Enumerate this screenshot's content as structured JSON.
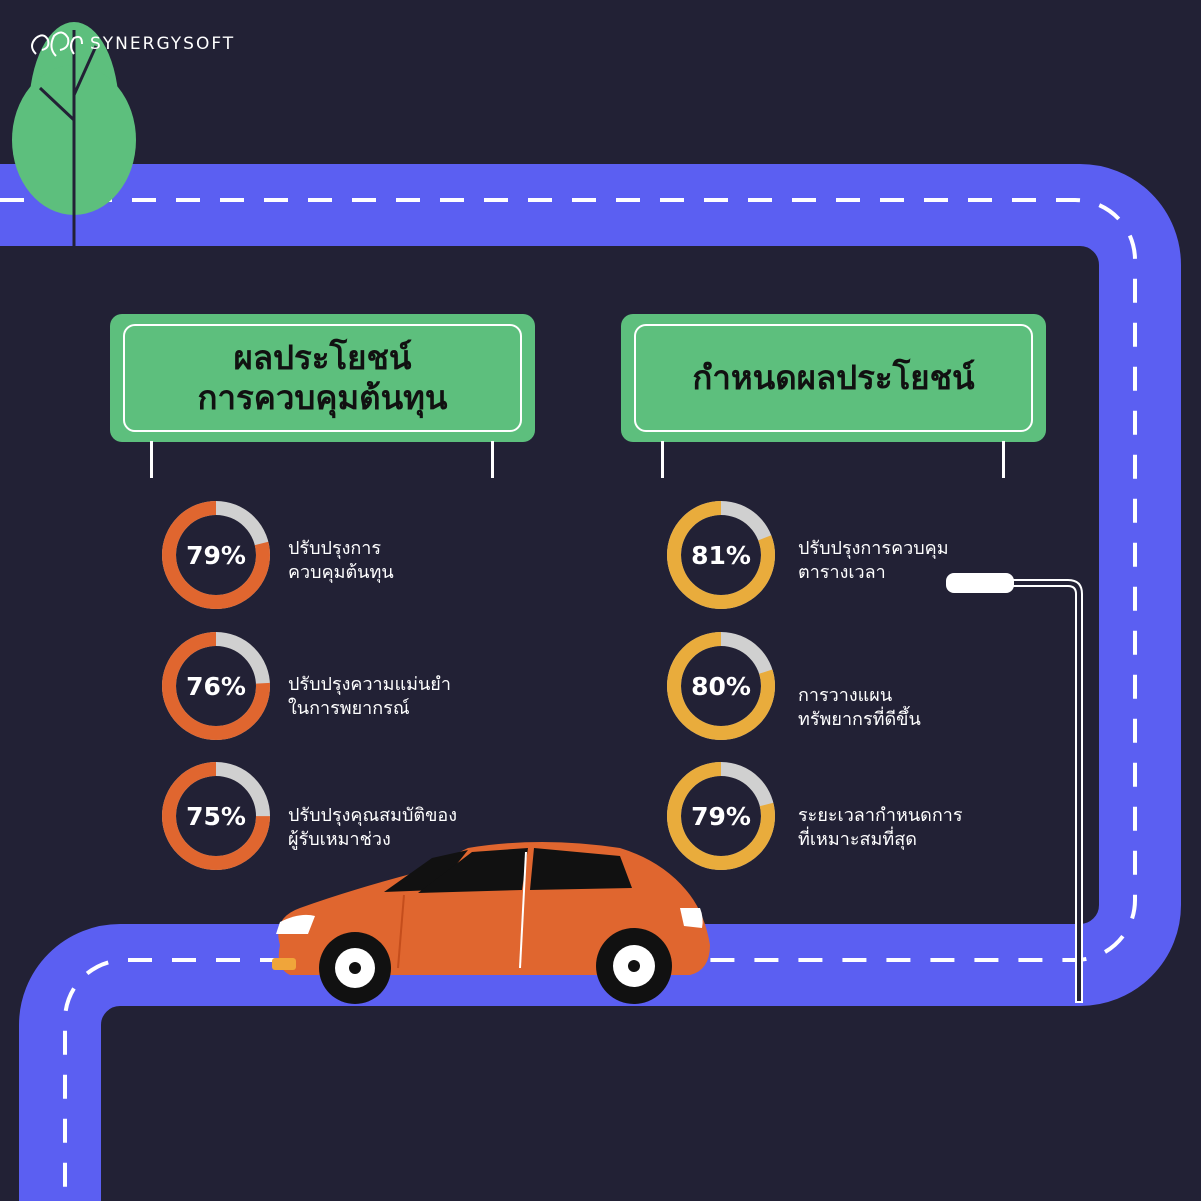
{
  "brand": {
    "name": "SYNERGYSOFT",
    "logo_icon": "swirl-logo-icon"
  },
  "colors": {
    "background": "#222135",
    "road": "#5b5ff2",
    "sign": "#5dbf7d",
    "tree": "#5dbf7d",
    "car": "#e0662f",
    "ring_track": "#d0d0d0",
    "ring_left": "#e0662f",
    "ring_right": "#e9ac3c"
  },
  "signs": {
    "left": {
      "line1": "ผลประโยชน์",
      "line2": "การควบคุมต้นทุน"
    },
    "right": {
      "line1": "กำหนดผลประโยชน์"
    }
  },
  "left_stats": [
    {
      "percent": 79,
      "label": "79%",
      "line1": "ปรับปรุงการ",
      "line2": "ควบคุมต้นทุน"
    },
    {
      "percent": 76,
      "label": "76%",
      "line1": "ปรับปรุงความแม่นยำ",
      "line2": "ในการพยากรณ์"
    },
    {
      "percent": 75,
      "label": "75%",
      "line1": "ปรับปรุงคุณสมบัติของ",
      "line2": "ผู้รับเหมาช่วง"
    }
  ],
  "right_stats": [
    {
      "percent": 81,
      "label": "81%",
      "line1": "ปรับปรุงการควบคุม",
      "line2": "ตารางเวลา"
    },
    {
      "percent": 80,
      "label": "80%",
      "line1": "การวางแผน",
      "line2": "ทรัพยากรที่ดีขึ้น"
    },
    {
      "percent": 79,
      "label": "79%",
      "line1": "ระยะเวลากำหนดการ",
      "line2": "ที่เหมาะสมที่สุด"
    }
  ]
}
